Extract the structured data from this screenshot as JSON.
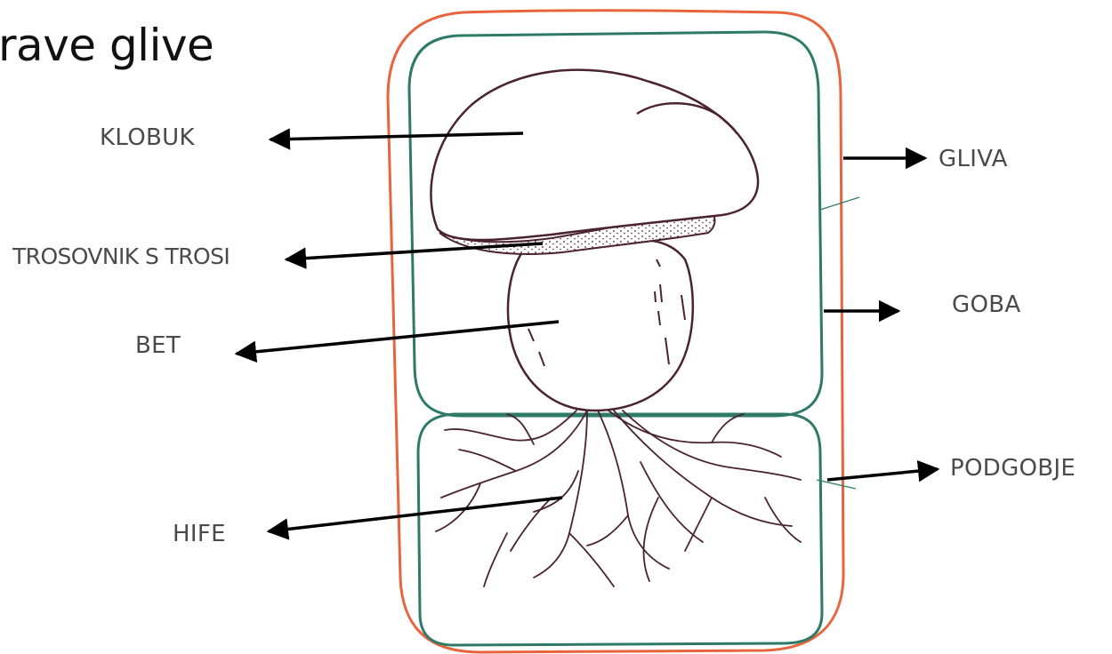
{
  "title": "rave glive",
  "labels": {
    "klobuk": "KLOBUK",
    "trosovnik": "TROSOVNIK S TROSI",
    "bet": "BET",
    "hife": "HIFE",
    "gliva": "GLIVA",
    "goba": "GOBA",
    "podgobje": "PODGOBJE"
  },
  "colors": {
    "outer_frame": "#e8643c",
    "inner_frame": "#2e7a68",
    "mushroom_outline": "#4a2230",
    "arrow": "#000000",
    "label_text": "#4a4a4a"
  }
}
